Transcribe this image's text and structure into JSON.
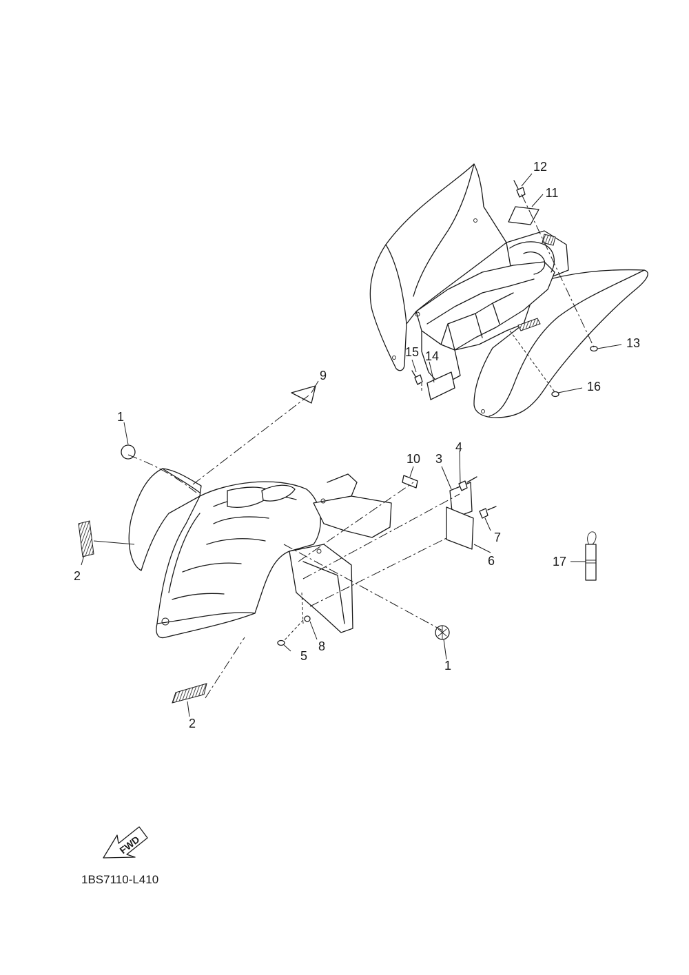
{
  "callouts": {
    "c1a": "1",
    "c1b": "1",
    "c2a": "2",
    "c2b": "2",
    "c3": "3",
    "c4": "4",
    "c5": "5",
    "c6": "6",
    "c7": "7",
    "c8": "8",
    "c9": "9",
    "c10": "10",
    "c11": "11",
    "c12": "12",
    "c13": "13",
    "c14": "14",
    "c15": "15",
    "c16": "16",
    "c17": "17"
  },
  "direction_arrow": {
    "label": "FWD"
  },
  "diagram_code": "1BS7110-L410"
}
